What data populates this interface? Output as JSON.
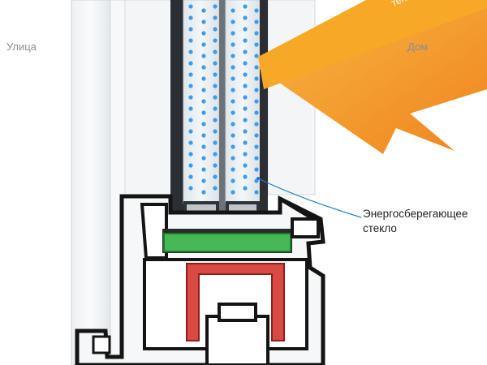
{
  "labels": {
    "street": "Улица",
    "home": "Дом",
    "heat": "тепло",
    "energy_glass_line1": "Энергосберегающее",
    "energy_glass_line2": "стекло"
  },
  "colors": {
    "profile_white": "#f4f5f6",
    "profile_edge": "#1a1a1a",
    "glass": "#e6ecf0",
    "gas_dot": "#3d9be9",
    "warm_arrow": "#f59a1e",
    "seal_green": "#3cb54a",
    "reinforcement_red": "#c8322a",
    "pointer_line": "#1a7fd8"
  }
}
